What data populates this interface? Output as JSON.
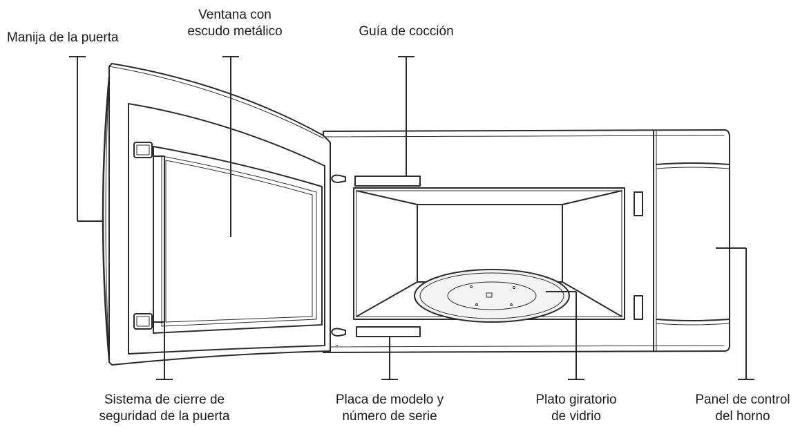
{
  "labels": {
    "door_handle": "Manija de la puerta",
    "window": "Ventana con\nescudo metálico",
    "cooking_guide": "Guía de cocción",
    "door_latch": "Sistema de cierre de\nseguridad de la puerta",
    "model_plate": "Placa de modelo y\nnúmero de serie",
    "turntable": "Plato giratorio\nde vidrio",
    "control_panel": "Panel de control\ndel horno"
  },
  "colors": {
    "line": "#2b2b2b",
    "background": "#ffffff"
  }
}
